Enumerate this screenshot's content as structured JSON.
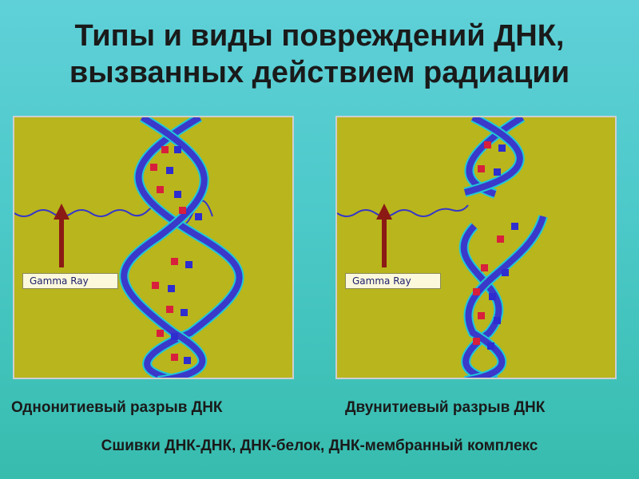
{
  "title": {
    "line1": "Типы и виды повреждений ДНК,",
    "line2": "вызванных действием радиации"
  },
  "panels": [
    {
      "ray_label": "Gamma Ray",
      "caption": "Однонитиевый разрыв ДНК",
      "break_type": "single-strand"
    },
    {
      "ray_label": "Gamma Ray",
      "caption": "Двунитиевый разрыв ДНК",
      "break_type": "double-strand"
    }
  ],
  "footer": "Сшивки ДНК-ДНК, ДНК-белок, ДНК-мембранный комплекс",
  "colors": {
    "background_top": "#5fd0d8",
    "panel": "#b9b51d",
    "helix_strand": "#3a39c9",
    "helix_edge": "#20c8d8",
    "base_red": "#d81f3c",
    "base_blue": "#2d2dd0",
    "arrow": "#8b1a14"
  },
  "icons": [
    "gamma-ray-arrow-icon",
    "dna-helix-icon"
  ]
}
